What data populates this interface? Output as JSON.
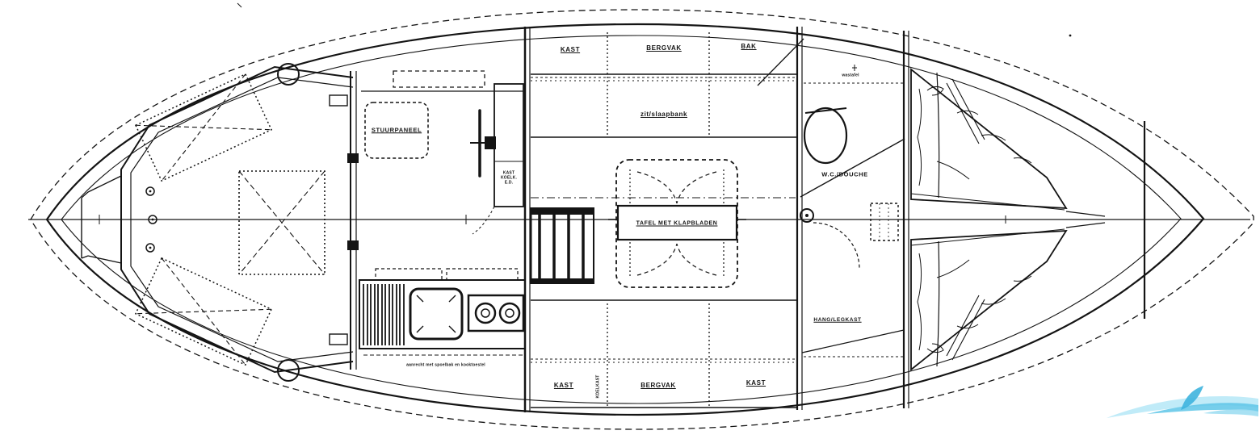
{
  "plan": {
    "upper_lockers": {
      "left": "KAST",
      "middle": "BERGVAK",
      "right": "BAK"
    },
    "upper_bench_label": "zit/slaapbank",
    "helm_label": "STUURPANEEL",
    "helm_cabinet_lines": [
      "KAST",
      "KOELK.",
      "E.D."
    ],
    "table_label": "TAFEL MET KLAPBLADEN",
    "galley_caption": "aanrecht met spoelbak en kooktoestel",
    "galley_side_label": "KOELKAST",
    "wc_label": "W.C./DOUCHE",
    "washbasin_label": "wastafel",
    "closet_label": "HANG/LEGKAST",
    "lower_lockers": {
      "left": "KAST",
      "middle": "BERGVAK",
      "right": "KAST"
    }
  },
  "colors": {
    "ink": "#141414",
    "paper": "#ffffff",
    "watermark_light": "#b9e9f7",
    "watermark_mid": "#5ec6e8",
    "watermark_dark": "#3eb4de"
  }
}
